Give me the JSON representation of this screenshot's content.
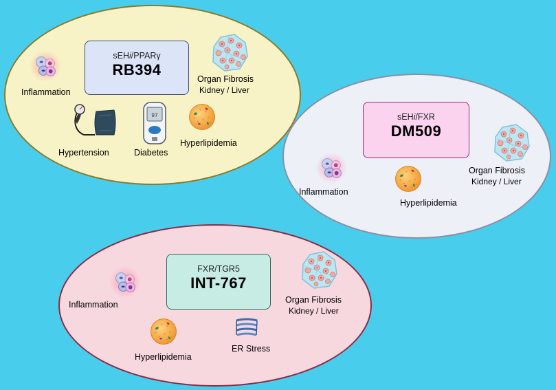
{
  "groups": [
    {
      "box": {
        "prefix": "sEH",
        "italic": "i",
        "suffix": "/PPARγ",
        "name": "RB394"
      },
      "labels": {
        "inflammation": "Inflammation",
        "fibrosis_title": "Organ Fibrosis",
        "fibrosis_sub": "Kidney / Liver",
        "hypertension": "Hypertension",
        "diabetes": "Diabetes",
        "hyperlipidemia": "Hyperlipidemia"
      }
    },
    {
      "box": {
        "prefix": "sEH",
        "italic": "i",
        "suffix": "/FXR",
        "name": "DM509"
      },
      "labels": {
        "inflammation": "Inflammation",
        "hyperlipidemia": "Hyperlipidemia",
        "fibrosis_title": "Organ Fibrosis",
        "fibrosis_sub": "Kidney / Liver"
      }
    },
    {
      "box": {
        "prefix": "FXR/TGR5",
        "name": "INT-767"
      },
      "labels": {
        "inflammation": "Inflammation",
        "fibrosis_title": "Organ Fibrosis",
        "fibrosis_sub": "Kidney / Liver",
        "hyperlipidemia": "Hyperlipidemia",
        "er_stress": "ER Stress"
      }
    }
  ],
  "colors": {
    "background": "#49cdec",
    "ellipse_1": "#f7f3c6",
    "ellipse_2": "#eef0f8",
    "ellipse_3": "#f8d8df",
    "box_1": "#dce5f8",
    "box_2": "#fbd3ef",
    "box_3": "#c6ece3"
  },
  "icons": [
    "immune-cells-icon",
    "fibrosis-tissue-icon",
    "blood-pressure-cuff-icon",
    "glucose-meter-icon",
    "lipid-droplet-icon",
    "endoplasmic-reticulum-icon"
  ]
}
